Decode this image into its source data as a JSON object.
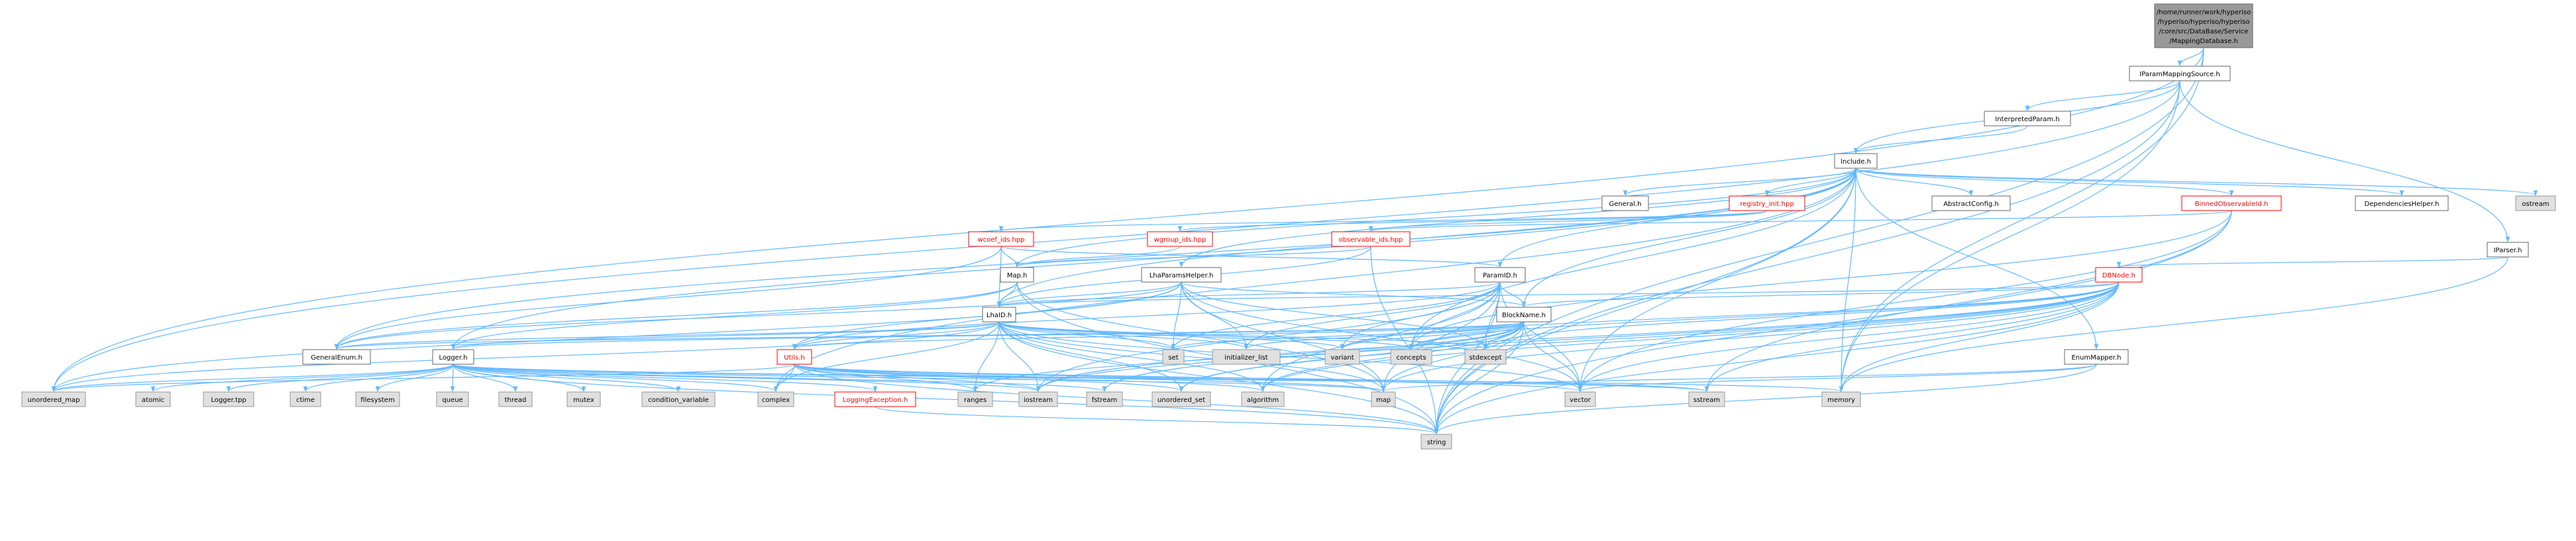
{
  "nodes": [
    {
      "id": "root",
      "lines": [
        "/home/runner/work/hyperiso",
        "/hyperiso/hyperiso/hyperiso",
        "/core/src/DataBase/Service",
        "/MappingDatabase.h"
      ],
      "kind": "root"
    },
    {
      "id": "iparam",
      "lines": [
        "IParamMappingSource.h"
      ],
      "kind": "normal"
    },
    {
      "id": "interp",
      "lines": [
        "InterpretedParam.h"
      ],
      "kind": "normal"
    },
    {
      "id": "include",
      "lines": [
        "Include.h"
      ],
      "kind": "normal"
    },
    {
      "id": "general",
      "lines": [
        "General.h"
      ],
      "kind": "normal"
    },
    {
      "id": "registry",
      "lines": [
        "registry_init.hpp"
      ],
      "kind": "red"
    },
    {
      "id": "abstract",
      "lines": [
        "AbstractConfig.h"
      ],
      "kind": "normal"
    },
    {
      "id": "binned",
      "lines": [
        "BinnedObservableId.h"
      ],
      "kind": "red"
    },
    {
      "id": "deps",
      "lines": [
        "DependenciesHelper.h"
      ],
      "kind": "normal"
    },
    {
      "id": "ostream",
      "lines": [
        "ostream"
      ],
      "kind": "gray"
    },
    {
      "id": "wcoef",
      "lines": [
        "wcoef_ids.hpp"
      ],
      "kind": "red"
    },
    {
      "id": "wgroup",
      "lines": [
        "wgroup_ids.hpp"
      ],
      "kind": "red"
    },
    {
      "id": "observable",
      "lines": [
        "observable_ids.hpp"
      ],
      "kind": "red"
    },
    {
      "id": "iparser",
      "lines": [
        "IParser.h"
      ],
      "kind": "normal"
    },
    {
      "id": "map_h",
      "lines": [
        "Map.h"
      ],
      "kind": "normal"
    },
    {
      "id": "lhaparams",
      "lines": [
        "LhaParamsHelper.h"
      ],
      "kind": "normal"
    },
    {
      "id": "paramid",
      "lines": [
        "ParamID.h"
      ],
      "kind": "normal"
    },
    {
      "id": "dbnode",
      "lines": [
        "DBNode.h"
      ],
      "kind": "red"
    },
    {
      "id": "lhaid",
      "lines": [
        "LhaID.h"
      ],
      "kind": "normal"
    },
    {
      "id": "blockname",
      "lines": [
        "BlockName.h"
      ],
      "kind": "normal"
    },
    {
      "id": "enummapper",
      "lines": [
        "EnumMapper.h"
      ],
      "kind": "normal"
    },
    {
      "id": "genenum",
      "lines": [
        "GeneralEnum.h"
      ],
      "kind": "normal"
    },
    {
      "id": "logger",
      "lines": [
        "Logger.h"
      ],
      "kind": "normal"
    },
    {
      "id": "utils",
      "lines": [
        "Utils.h"
      ],
      "kind": "red"
    },
    {
      "id": "set",
      "lines": [
        "set"
      ],
      "kind": "gray"
    },
    {
      "id": "initlist",
      "lines": [
        "initializer_list"
      ],
      "kind": "gray"
    },
    {
      "id": "variant",
      "lines": [
        "variant"
      ],
      "kind": "gray"
    },
    {
      "id": "concepts",
      "lines": [
        "concepts"
      ],
      "kind": "gray"
    },
    {
      "id": "stdexcept",
      "lines": [
        "stdexcept"
      ],
      "kind": "gray"
    },
    {
      "id": "unordered_map",
      "lines": [
        "unordered_map"
      ],
      "kind": "gray"
    },
    {
      "id": "atomic",
      "lines": [
        "atomic"
      ],
      "kind": "gray"
    },
    {
      "id": "loggertpp",
      "lines": [
        "Logger.tpp"
      ],
      "kind": "gray"
    },
    {
      "id": "ctime",
      "lines": [
        "ctime"
      ],
      "kind": "gray"
    },
    {
      "id": "filesystem",
      "lines": [
        "filesystem"
      ],
      "kind": "gray"
    },
    {
      "id": "queue",
      "lines": [
        "queue"
      ],
      "kind": "gray"
    },
    {
      "id": "thread",
      "lines": [
        "thread"
      ],
      "kind": "gray"
    },
    {
      "id": "mutex",
      "lines": [
        "mutex"
      ],
      "kind": "gray"
    },
    {
      "id": "condvar",
      "lines": [
        "condition_variable"
      ],
      "kind": "gray"
    },
    {
      "id": "complex",
      "lines": [
        "complex"
      ],
      "kind": "gray"
    },
    {
      "id": "logexc",
      "lines": [
        "LoggingException.h"
      ],
      "kind": "red"
    },
    {
      "id": "ranges",
      "lines": [
        "ranges"
      ],
      "kind": "gray"
    },
    {
      "id": "iostream",
      "lines": [
        "iostream"
      ],
      "kind": "gray"
    },
    {
      "id": "fstream",
      "lines": [
        "fstream"
      ],
      "kind": "gray"
    },
    {
      "id": "unordered_set",
      "lines": [
        "unordered_set"
      ],
      "kind": "gray"
    },
    {
      "id": "algorithm",
      "lines": [
        "algorithm"
      ],
      "kind": "gray"
    },
    {
      "id": "map",
      "lines": [
        "map"
      ],
      "kind": "gray"
    },
    {
      "id": "vector",
      "lines": [
        "vector"
      ],
      "kind": "gray"
    },
    {
      "id": "sstream",
      "lines": [
        "sstream"
      ],
      "kind": "gray"
    },
    {
      "id": "memory",
      "lines": [
        "memory"
      ],
      "kind": "gray"
    },
    {
      "id": "string",
      "lines": [
        "string"
      ],
      "kind": "gray"
    }
  ],
  "edges": [
    [
      "root",
      "iparam"
    ],
    [
      "root",
      "unordered_map"
    ],
    [
      "root",
      "memory"
    ],
    [
      "root",
      "string"
    ],
    [
      "iparam",
      "interp"
    ],
    [
      "iparam",
      "include"
    ],
    [
      "iparam",
      "iparser"
    ],
    [
      "iparam",
      "unordered_map"
    ],
    [
      "iparam",
      "memory"
    ],
    [
      "iparam",
      "string"
    ],
    [
      "interp",
      "include"
    ],
    [
      "include",
      "general"
    ],
    [
      "include",
      "registry"
    ],
    [
      "include",
      "abstract"
    ],
    [
      "include",
      "binned"
    ],
    [
      "include",
      "deps"
    ],
    [
      "include",
      "ostream"
    ],
    [
      "include",
      "map_h"
    ],
    [
      "include",
      "lhaparams"
    ],
    [
      "include",
      "paramid"
    ],
    [
      "include",
      "lhaid"
    ],
    [
      "include",
      "blockname"
    ],
    [
      "include",
      "enummapper"
    ],
    [
      "include",
      "genenum"
    ],
    [
      "include",
      "logger"
    ],
    [
      "include",
      "concepts"
    ],
    [
      "include",
      "complex"
    ],
    [
      "include",
      "vector"
    ],
    [
      "include",
      "memory"
    ],
    [
      "include",
      "string"
    ],
    [
      "registry",
      "wcoef"
    ],
    [
      "registry",
      "wgroup"
    ],
    [
      "registry",
      "observable"
    ],
    [
      "wcoef",
      "map_h"
    ],
    [
      "wcoef",
      "lhaid"
    ],
    [
      "wcoef",
      "genenum"
    ],
    [
      "wcoef",
      "paramid"
    ],
    [
      "wgroup",
      "map_h"
    ],
    [
      "observable",
      "map_h"
    ],
    [
      "observable",
      "lhaid"
    ],
    [
      "observable",
      "string"
    ],
    [
      "binned",
      "observable"
    ],
    [
      "binned",
      "concepts"
    ],
    [
      "binned",
      "sstream"
    ],
    [
      "binned",
      "string"
    ],
    [
      "binned",
      "vector"
    ],
    [
      "iparser",
      "dbnode"
    ],
    [
      "iparser",
      "memory"
    ],
    [
      "map_h",
      "lhaid"
    ],
    [
      "map_h",
      "genenum"
    ],
    [
      "map_h",
      "logger"
    ],
    [
      "map_h",
      "map"
    ],
    [
      "map_h",
      "string"
    ],
    [
      "lhaparams",
      "lhaid"
    ],
    [
      "lhaparams",
      "blockname"
    ],
    [
      "lhaparams",
      "genenum"
    ],
    [
      "lhaparams",
      "utils"
    ],
    [
      "lhaparams",
      "set"
    ],
    [
      "lhaparams",
      "initlist"
    ],
    [
      "lhaparams",
      "stdexcept"
    ],
    [
      "lhaparams",
      "map"
    ],
    [
      "lhaparams",
      "unordered_map"
    ],
    [
      "lhaparams",
      "vector"
    ],
    [
      "paramid",
      "lhaid"
    ],
    [
      "paramid",
      "blockname"
    ],
    [
      "paramid",
      "utils"
    ],
    [
      "paramid",
      "set"
    ],
    [
      "paramid",
      "initlist"
    ],
    [
      "paramid",
      "variant"
    ],
    [
      "paramid",
      "concepts"
    ],
    [
      "paramid",
      "stdexcept"
    ],
    [
      "paramid",
      "map"
    ],
    [
      "paramid",
      "vector"
    ],
    [
      "paramid",
      "string"
    ],
    [
      "paramid",
      "algorithm"
    ],
    [
      "paramid",
      "iostream"
    ],
    [
      "dbnode",
      "lhaid"
    ],
    [
      "dbnode",
      "blockname"
    ],
    [
      "dbnode",
      "variant"
    ],
    [
      "dbnode",
      "concepts"
    ],
    [
      "dbnode",
      "stdexcept"
    ],
    [
      "dbnode",
      "map"
    ],
    [
      "dbnode",
      "vector"
    ],
    [
      "dbnode",
      "sstream"
    ],
    [
      "dbnode",
      "memory"
    ],
    [
      "dbnode",
      "string"
    ],
    [
      "dbnode",
      "iostream"
    ],
    [
      "dbnode",
      "algorithm"
    ],
    [
      "dbnode",
      "unordered_set"
    ],
    [
      "dbnode",
      "fstream"
    ],
    [
      "lhaid",
      "genenum"
    ],
    [
      "lhaid",
      "logger"
    ],
    [
      "lhaid",
      "utils"
    ],
    [
      "lhaid",
      "set"
    ],
    [
      "lhaid",
      "initlist"
    ],
    [
      "lhaid",
      "variant"
    ],
    [
      "lhaid",
      "concepts"
    ],
    [
      "lhaid",
      "stdexcept"
    ],
    [
      "lhaid",
      "map"
    ],
    [
      "lhaid",
      "vector"
    ],
    [
      "lhaid",
      "string"
    ],
    [
      "lhaid",
      "ranges"
    ],
    [
      "lhaid",
      "iostream"
    ],
    [
      "lhaid",
      "unordered_set"
    ],
    [
      "lhaid",
      "algorithm"
    ],
    [
      "lhaid",
      "complex"
    ],
    [
      "lhaid",
      "unordered_map"
    ],
    [
      "blockname",
      "genenum"
    ],
    [
      "blockname",
      "logger"
    ],
    [
      "blockname",
      "utils"
    ],
    [
      "blockname",
      "set"
    ],
    [
      "blockname",
      "initlist"
    ],
    [
      "blockname",
      "variant"
    ],
    [
      "blockname",
      "concepts"
    ],
    [
      "blockname",
      "stdexcept"
    ],
    [
      "blockname",
      "map"
    ],
    [
      "blockname",
      "vector"
    ],
    [
      "blockname",
      "string"
    ],
    [
      "blockname",
      "ranges"
    ],
    [
      "blockname",
      "iostream"
    ],
    [
      "blockname",
      "unordered_set"
    ],
    [
      "blockname",
      "algorithm"
    ],
    [
      "enummapper",
      "map"
    ],
    [
      "enummapper",
      "vector"
    ],
    [
      "enummapper",
      "string"
    ],
    [
      "logger",
      "atomic"
    ],
    [
      "logger",
      "loggertpp"
    ],
    [
      "logger",
      "ctime"
    ],
    [
      "logger",
      "filesystem"
    ],
    [
      "logger",
      "queue"
    ],
    [
      "logger",
      "thread"
    ],
    [
      "logger",
      "mutex"
    ],
    [
      "logger",
      "condvar"
    ],
    [
      "logger",
      "complex"
    ],
    [
      "logger",
      "logexc"
    ],
    [
      "logger",
      "unordered_map"
    ],
    [
      "logger",
      "iostream"
    ],
    [
      "logger",
      "fstream"
    ],
    [
      "logger",
      "sstream"
    ],
    [
      "logger",
      "memory"
    ],
    [
      "logger",
      "map"
    ],
    [
      "logger",
      "string"
    ],
    [
      "utils",
      "ranges"
    ],
    [
      "utils",
      "iostream"
    ],
    [
      "utils",
      "unordered_set"
    ],
    [
      "utils",
      "algorithm"
    ],
    [
      "utils",
      "map"
    ],
    [
      "utils",
      "vector"
    ],
    [
      "utils",
      "complex"
    ],
    [
      "utils",
      "sstream"
    ],
    [
      "utils",
      "string"
    ],
    [
      "utils",
      "unordered_map"
    ],
    [
      "logexc",
      "string"
    ]
  ]
}
